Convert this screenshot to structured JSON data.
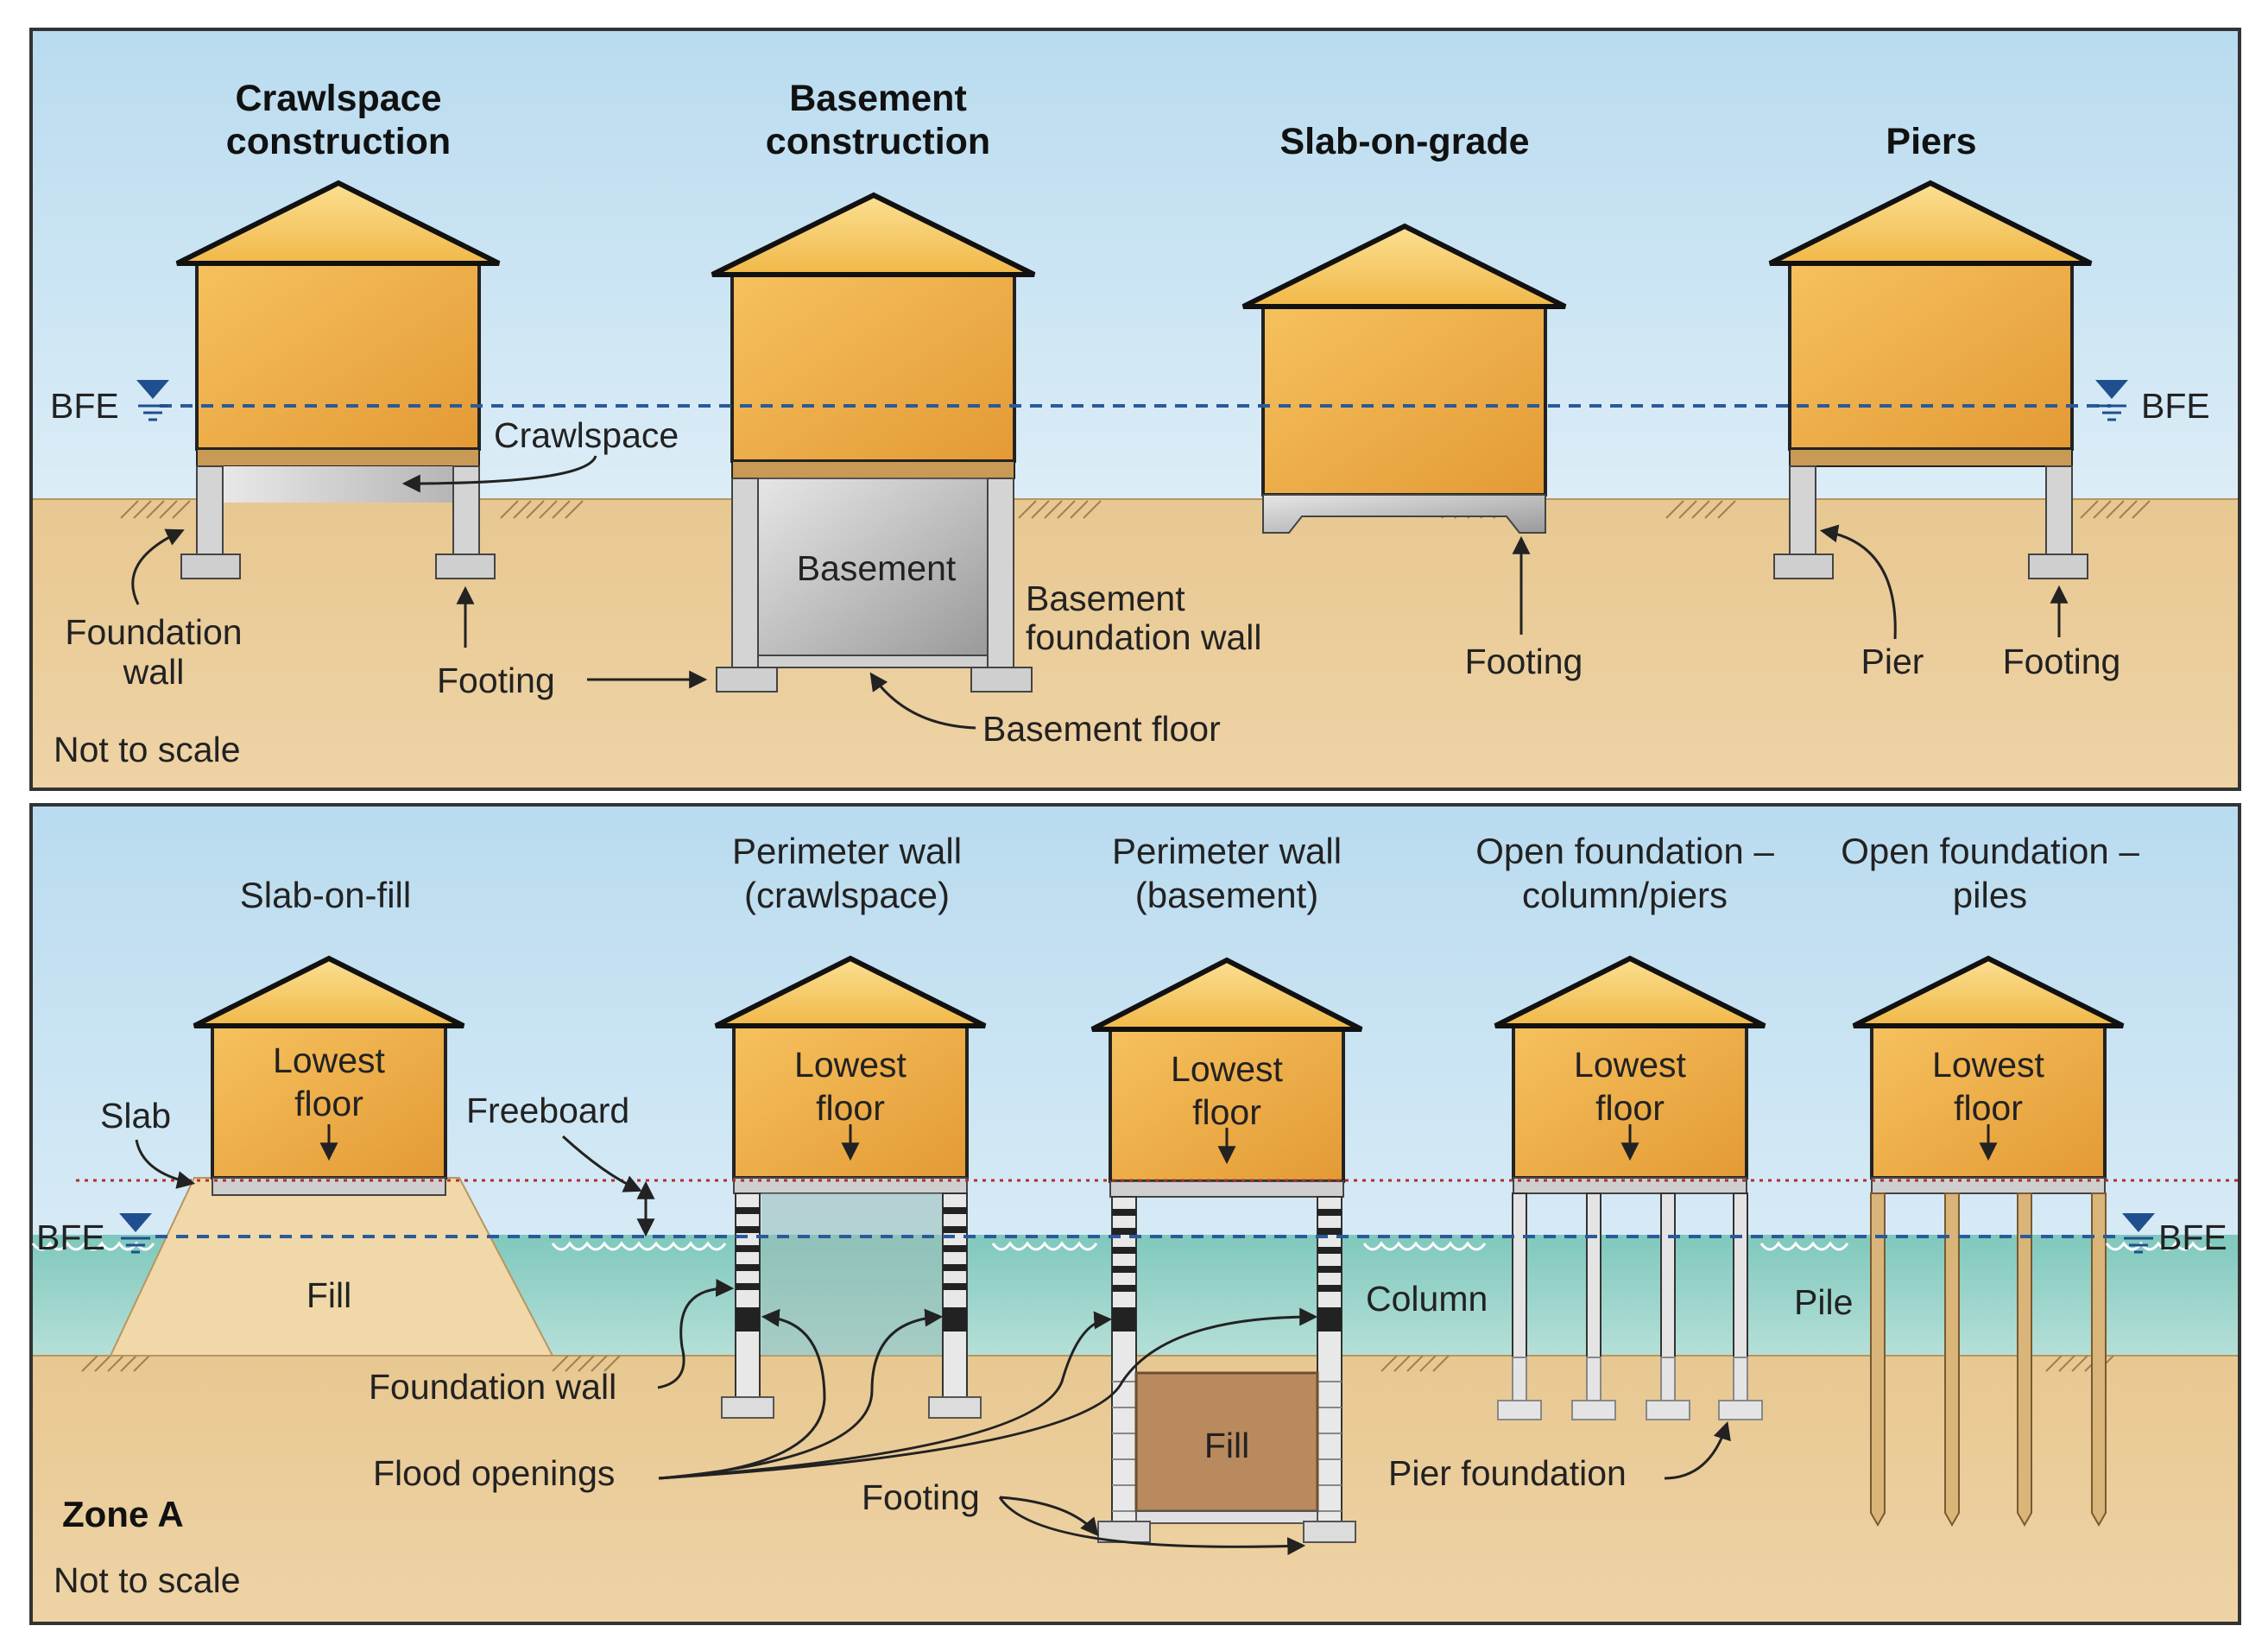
{
  "top_panel": {
    "titles": {
      "crawlspace": [
        "Crawlspace",
        "construction"
      ],
      "basement": [
        "Basement",
        "construction"
      ],
      "slab": "Slab-on-grade",
      "piers": "Piers"
    },
    "bfe_left": "BFE",
    "bfe_right": "BFE",
    "labels": {
      "crawlspace": "Crawlspace",
      "foundation_wall": [
        "Foundation",
        "wall"
      ],
      "footing_crawl": "Footing",
      "basement": "Basement",
      "basement_wall": [
        "Basement",
        "foundation wall"
      ],
      "basement_floor": "Basement floor",
      "footing_slab": "Footing",
      "pier": "Pier",
      "footing_piers": "Footing"
    },
    "note": "Not to scale"
  },
  "bottom_panel": {
    "titles": {
      "slab_fill": "Slab-on-fill",
      "perim_crawl": [
        "Perimeter wall",
        "(crawlspace)"
      ],
      "perim_base": [
        "Perimeter wall",
        "(basement)"
      ],
      "open_col": [
        "Open foundation –",
        "column/piers"
      ],
      "open_piles": [
        "Open foundation –",
        "piles"
      ]
    },
    "lowest_floor": [
      "Lowest",
      "floor"
    ],
    "bfe_left": "BFE",
    "bfe_right": "BFE",
    "labels": {
      "slab": "Slab",
      "freeboard": "Freeboard",
      "fill1": "Fill",
      "fill2": "Fill",
      "foundation_wall": "Foundation wall",
      "flood_openings": "Flood openings",
      "footing": "Footing",
      "column": "Column",
      "pile": "Pile",
      "pier_foundation": "Pier foundation"
    },
    "zone": "Zone A",
    "note": "Not to scale"
  },
  "colors": {
    "sky_top": "#bcdcee",
    "sky_bottom": "#eef6fb",
    "ground": "#e6c48e",
    "house_wall": "#f0b24a",
    "roof": "#f6c65e",
    "water": "#8fcfc4",
    "bfe_line": "#2a5a9a",
    "freeboard_line": "#b0302a",
    "concrete": "#c8c8c8"
  }
}
